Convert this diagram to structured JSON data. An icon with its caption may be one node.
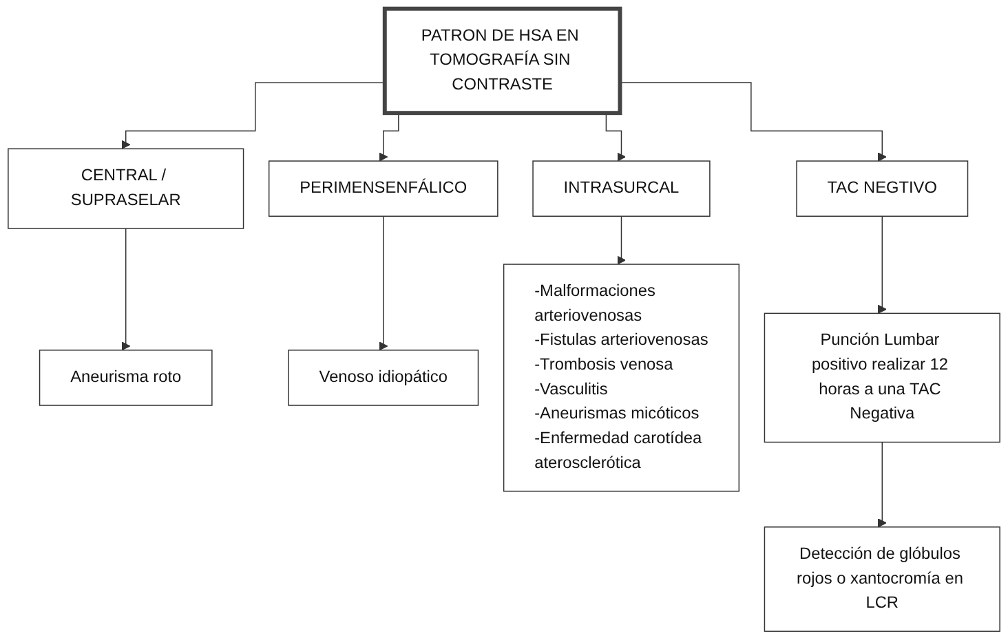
{
  "diagram": {
    "nodes": [
      {
        "text": [
          "PATRON DE HSA EN TOMOGRAFÍA SIN CONTRASTE"
        ]
      },
      {
        "text": [
          "CENTRAL / SUPRASELAR"
        ]
      },
      {
        "text": [
          "PERIMENSENFÁLICO"
        ]
      },
      {
        "text": [
          "INTRASURCAL"
        ]
      },
      {
        "text": [
          "TAC NEGTIVO"
        ]
      },
      {
        "text": [
          "Aneurisma roto"
        ]
      },
      {
        "text": [
          "Venoso idiopático"
        ]
      },
      {
        "text": [
          "-Malformaciones arteriovenosas",
          "-Fistulas arteriovenosas",
          "-Trombosis venosa",
          "-Vasculitis",
          "-Aneurismas micóticos",
          "-Enfermedad carotídea aterosclerótica"
        ]
      },
      {
        "text": [
          "Punción Lumbar positivo realizar 12 horas a una TAC Negativa"
        ]
      },
      {
        "text": [
          "Detección de glóbulos rojos o xantocromía en LCR"
        ]
      }
    ],
    "edges": [
      {
        "from": 0,
        "to": 1,
        "arrow": "to"
      },
      {
        "from": 0,
        "to": 2,
        "arrow": "to"
      },
      {
        "from": 0,
        "to": 3,
        "arrow": "to"
      },
      {
        "from": 0,
        "to": 4,
        "arrow": "to"
      },
      {
        "from": 1,
        "to": 5,
        "arrow": "to"
      },
      {
        "from": 2,
        "to": 6,
        "arrow": "to"
      },
      {
        "from": 3,
        "to": 7,
        "arrow": "to"
      },
      {
        "from": 4,
        "to": 8,
        "arrow": "to"
      },
      {
        "from": 8,
        "to": 9,
        "arrow": "to"
      }
    ]
  }
}
